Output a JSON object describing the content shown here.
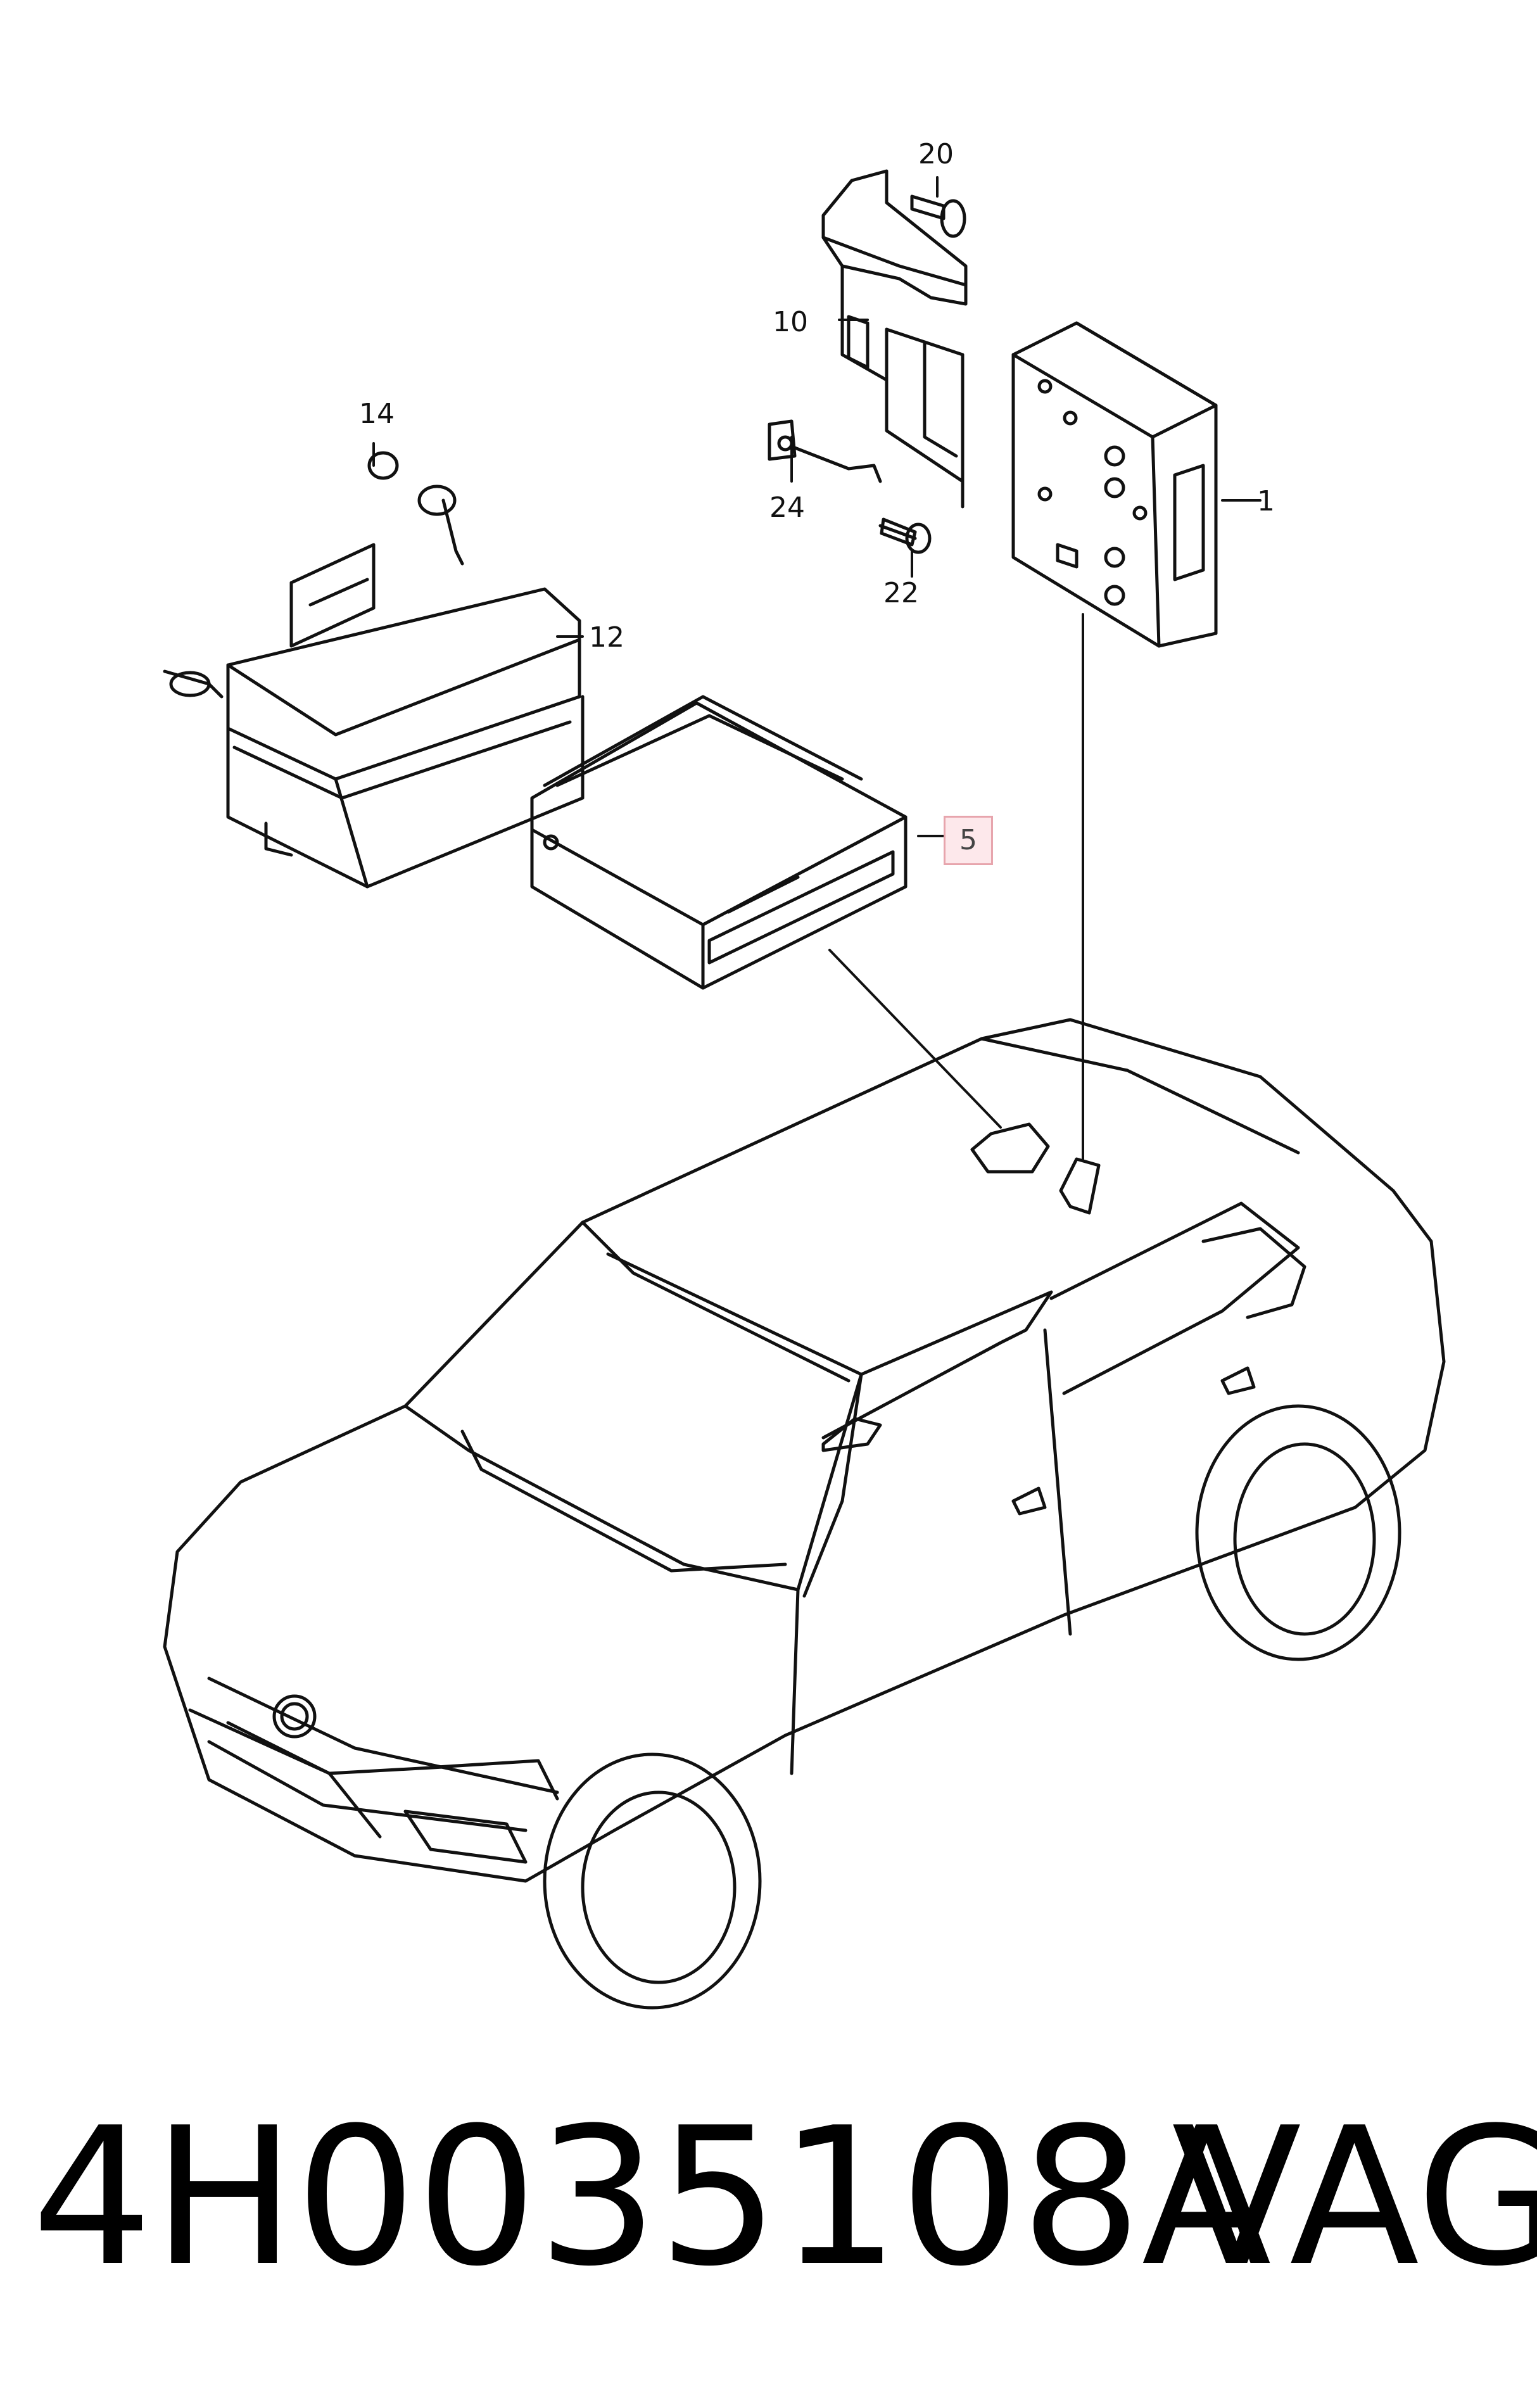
{
  "callouts": {
    "c1": "1",
    "c5": "5",
    "c10": "10",
    "c12": "12",
    "c14": "14",
    "c20": "20",
    "c22": "22",
    "c24": "24"
  },
  "footer": {
    "part_number": "4H0035108A",
    "brand": "VAG"
  },
  "colors": {
    "line": "#111111",
    "highlight_border": "#e7a5ad",
    "highlight_fill": "#fde8eb"
  }
}
